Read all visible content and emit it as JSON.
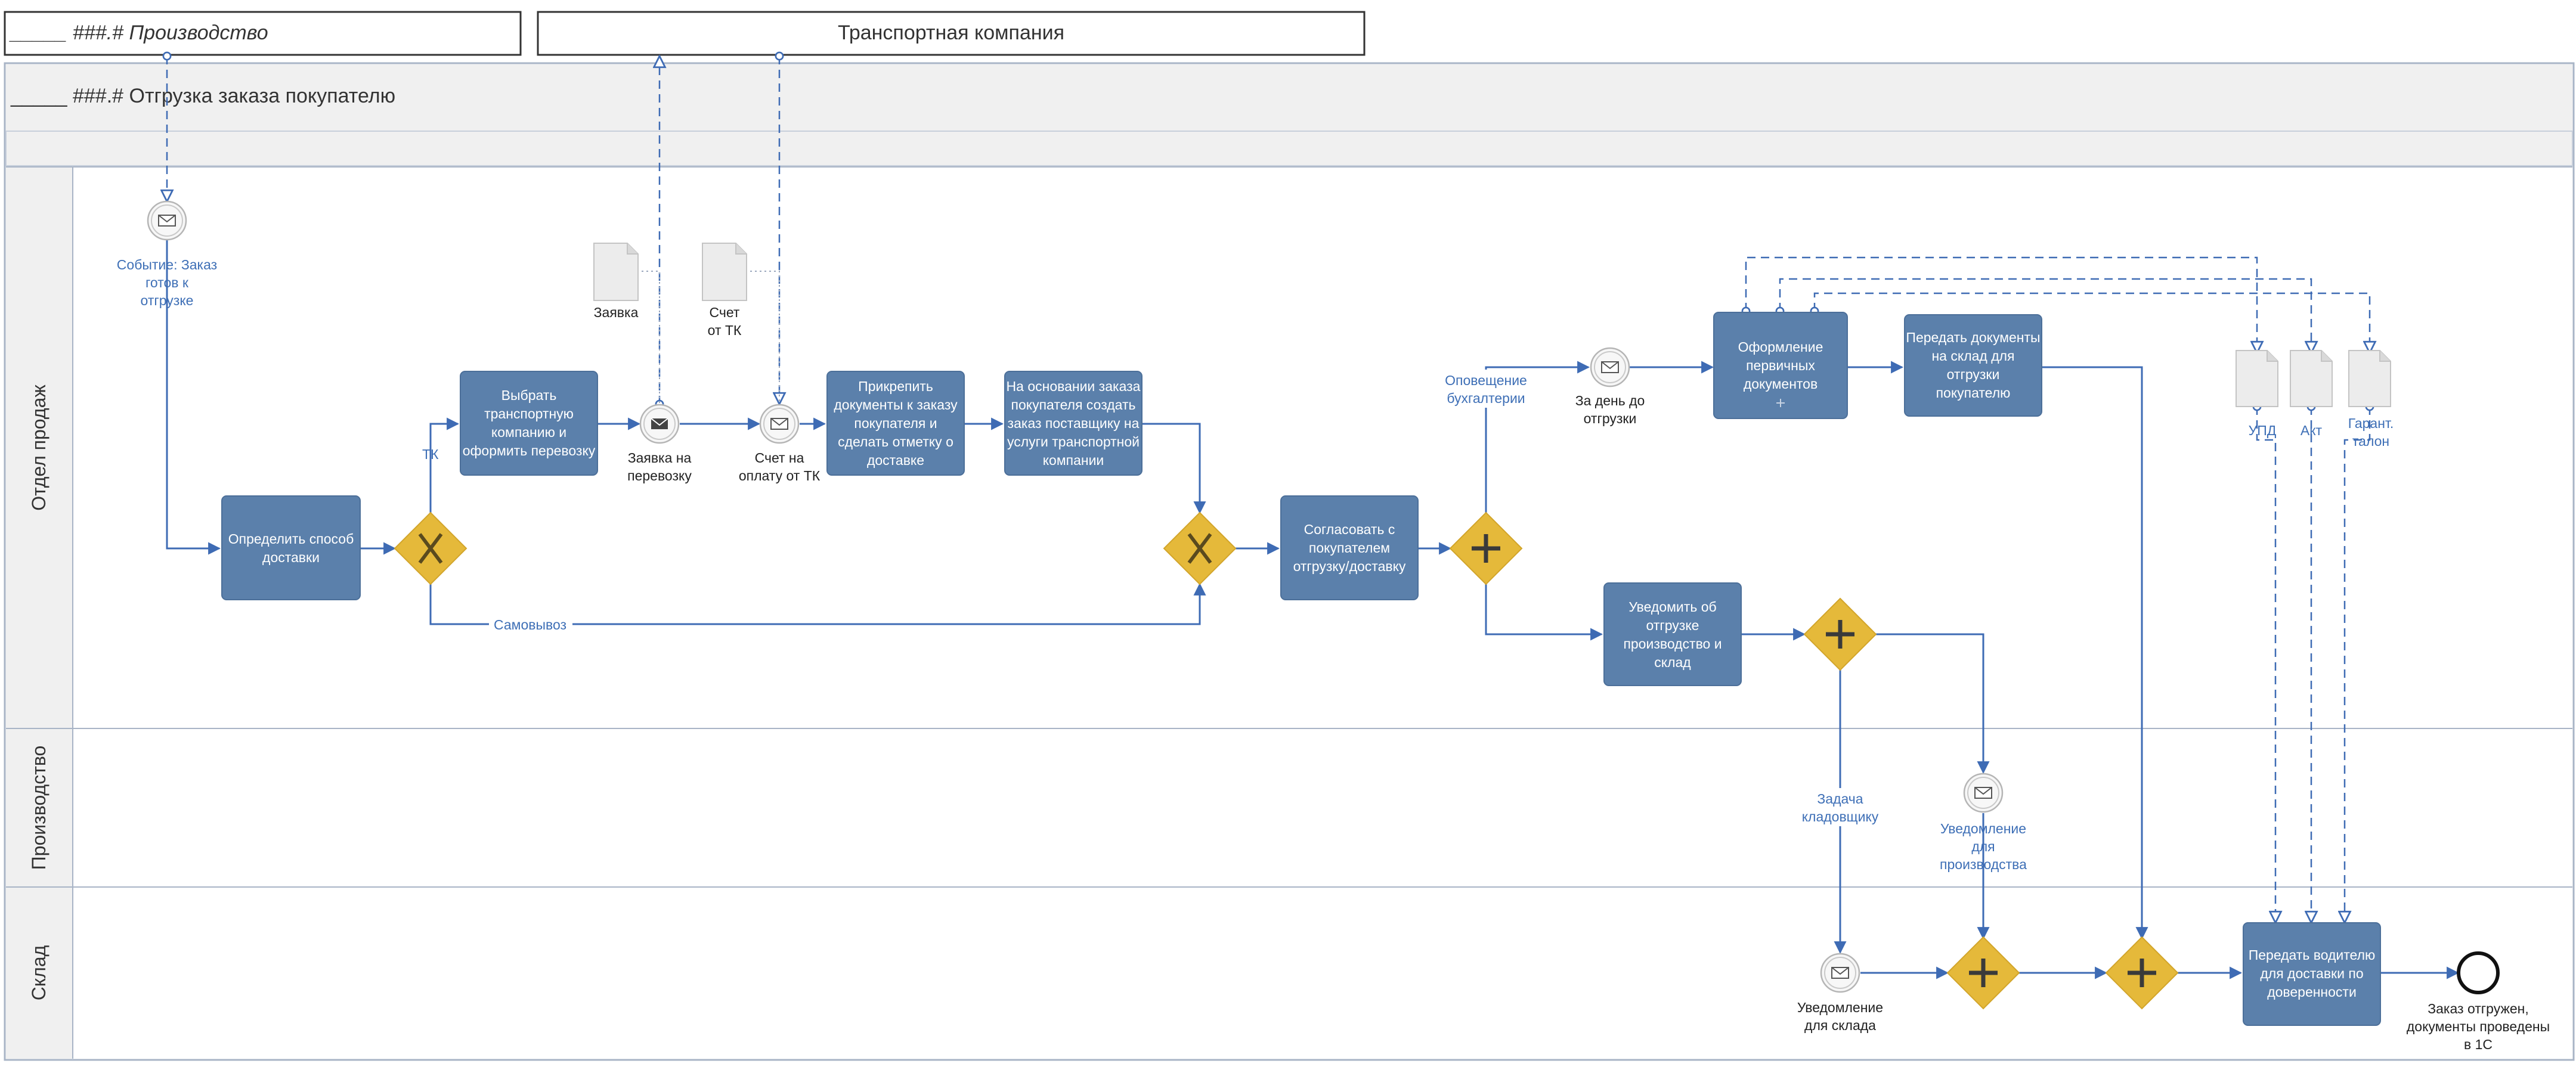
{
  "pools": {
    "production_title": "_____ ###.# Производство",
    "transport_title": "Транспортная компания",
    "main_title": "_____ ###.# Отгрузка заказа покупателю"
  },
  "lanes": [
    "Отдел продаж",
    "Производство",
    "Склад"
  ],
  "tasks": [
    {
      "name": "task-determine-delivery",
      "lines": [
        "Определить способ",
        "доставки"
      ]
    },
    {
      "name": "task-choose-carrier",
      "lines": [
        "Выбрать",
        "транспортную",
        "компанию и",
        "оформить перевозку"
      ]
    },
    {
      "name": "task-attach-documents",
      "lines": [
        "Прикрепить",
        "документы к заказу",
        "покупателя и",
        "сделать отметку о",
        "доставке"
      ]
    },
    {
      "name": "task-create-supplier-order",
      "lines": [
        "На основании заказа",
        "покупателя создать",
        "заказ поставщику на",
        "услуги транспортной",
        "компании"
      ]
    },
    {
      "name": "task-agree-shipment",
      "lines": [
        "Согласовать с",
        "покупателем",
        "отгрузку/доставку"
      ]
    },
    {
      "name": "task-prepare-documents",
      "lines": [
        "Оформление",
        "первичных",
        "документов"
      ]
    },
    {
      "name": "task-transfer-documents",
      "lines": [
        "Передать документы",
        "на склад для",
        "отгрузки",
        "покупателю"
      ]
    },
    {
      "name": "task-notify-shipment",
      "lines": [
        "Уведомить об",
        "отгрузке",
        "производство и",
        "склад"
      ]
    },
    {
      "name": "task-hand-to-driver",
      "lines": [
        "Передать водителю",
        "для доставки по",
        "доверенности"
      ]
    }
  ],
  "events": [
    {
      "name": "event-order-ready",
      "lines": [
        "Событие: Заказ",
        "готов к",
        "отгрузке"
      ]
    },
    {
      "name": "event-transport-request",
      "lines": [
        "Заявка на",
        "перевозку"
      ]
    },
    {
      "name": "event-invoice-tk",
      "lines": [
        "Счет на",
        "оплату от ТК"
      ]
    },
    {
      "name": "event-day-before",
      "lines": [
        "За день до",
        "отгрузки"
      ]
    },
    {
      "name": "event-notify-production",
      "lines": [
        "Уведомление",
        "для",
        "производства"
      ]
    },
    {
      "name": "event-notify-warehouse",
      "lines": [
        "Уведомление",
        "для склада"
      ]
    },
    {
      "name": "event-order-shipped",
      "lines": [
        "Заказ отгружен,",
        "документы проведены",
        "в 1С"
      ]
    }
  ],
  "documents": [
    {
      "name": "doc-request",
      "lines": [
        "Заявка"
      ]
    },
    {
      "name": "doc-invoice",
      "lines": [
        "Счет",
        "от ТК"
      ]
    },
    {
      "name": "doc-upd",
      "lines": [
        "УПД"
      ]
    },
    {
      "name": "doc-act",
      "lines": [
        "Акт"
      ]
    },
    {
      "name": "doc-warranty",
      "lines": [
        "Гарант.",
        "талон"
      ]
    }
  ],
  "flow_labels": {
    "tk": "ТК",
    "pickup": "Самовывоз",
    "accounting": [
      "Оповещение",
      "бухгалтерии"
    ],
    "storekeeper": [
      "Задача",
      "кладовщику"
    ]
  },
  "colors": {
    "task_fill": "#5b80ab",
    "gateway_fill": "#e5b93a",
    "flow": "#3e6bb4",
    "pool_header": "#f0f0f0",
    "pool_border": "#a8b4c6"
  }
}
